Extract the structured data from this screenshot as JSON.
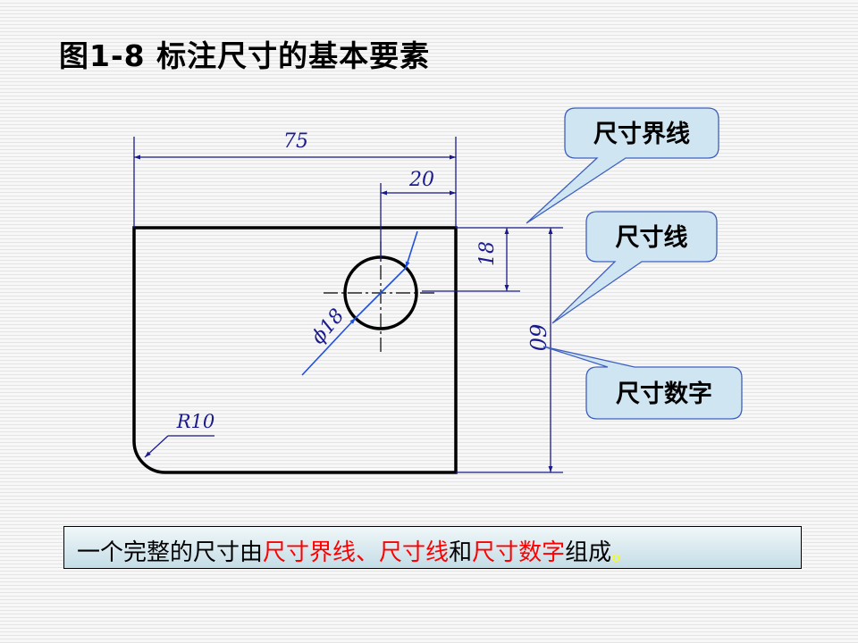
{
  "title": "图1-8 标注尺寸的基本要素",
  "dimensions": {
    "overall_width": "75",
    "hole_offset_x": "20",
    "hole_offset_y": "18",
    "overall_height": "60",
    "hole_diameter": "ϕ18",
    "corner_radius": "R10"
  },
  "callouts": {
    "extension_line": "尺寸界线",
    "dimension_line": "尺寸线",
    "dimension_number": "尺寸数字"
  },
  "summary": {
    "prefix": "一个完整的尺寸由",
    "term1": "尺寸界线",
    "sep1": "、",
    "term2": "尺寸线",
    "conj": "和",
    "term3": "尺寸数字",
    "suffix": "组成",
    "period": "。"
  },
  "colors": {
    "outline": "#000000",
    "dimension": "#1a1a8c",
    "callout_fill": "#cfe6f2",
    "callout_border": "#3f5fbf",
    "highlight": "#ff0000",
    "diameter_line": "#1f4fe0"
  }
}
